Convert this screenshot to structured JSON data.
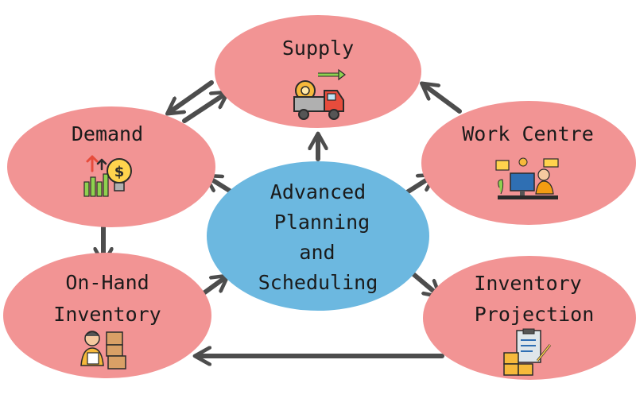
{
  "diagram": {
    "center": {
      "lines": [
        "Advanced",
        "Planning",
        "and",
        "Scheduling"
      ],
      "icon": "none"
    },
    "nodes": {
      "supply": {
        "lines": [
          "Supply"
        ],
        "icon": "delivery-truck-icon"
      },
      "demand": {
        "lines": [
          "Demand"
        ],
        "icon": "demand-growth-icon"
      },
      "work_centre": {
        "lines": [
          "Work Centre"
        ],
        "icon": "work-station-icon"
      },
      "on_hand": {
        "lines": [
          "On-Hand",
          "Inventory"
        ],
        "icon": "warehouse-worker-icon"
      },
      "projection": {
        "lines": [
          "Inventory",
          "Projection"
        ],
        "icon": "clipboard-boxes-icon"
      }
    },
    "colors": {
      "outer_node_fill": "#f29494",
      "center_node_fill": "#6cb8e0",
      "arrow": "#4d4d4d",
      "text": "#1a1a1a"
    }
  }
}
